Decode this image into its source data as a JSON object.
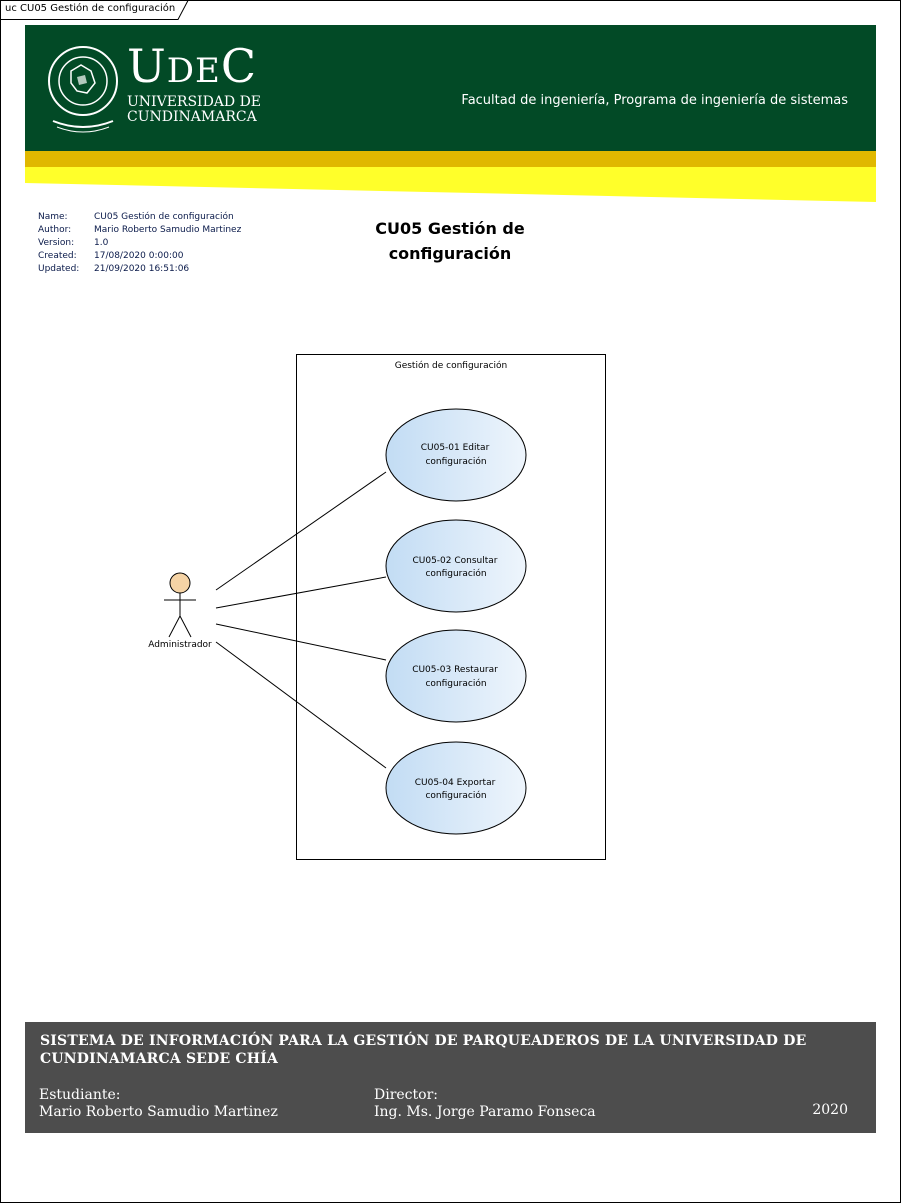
{
  "tab": {
    "label": "uc CU05 Gestión de configuración"
  },
  "header": {
    "logo_mark": "UdeC",
    "logo_brand": "UDEC",
    "university_line1": "UNIVERSIDAD DE",
    "university_line2": "CUNDINAMARCA",
    "faculty": "Facultad de ingeniería, Programa de ingeniería de sistemas"
  },
  "meta": [
    {
      "key": "Name:",
      "value": "CU05 Gestión de configuración"
    },
    {
      "key": "Author:",
      "value": "Mario Roberto Samudio Martinez"
    },
    {
      "key": "Version:",
      "value": "1.0"
    },
    {
      "key": "Created:",
      "value": "17/08/2020 0:00:00"
    },
    {
      "key": "Updated:",
      "value": "21/09/2020 16:51:06"
    }
  ],
  "title": {
    "line1": "CU05 Gestión de",
    "line2": "configuración"
  },
  "diagram": {
    "boundary_label": "Gestión de configuración",
    "actor_label": "Administrador",
    "use_cases": [
      {
        "line1": "CU05-01 Editar",
        "line2": "configuración"
      },
      {
        "line1": "CU05-02 Consultar",
        "line2": "configuración"
      },
      {
        "line1": "CU05-03 Restaurar",
        "line2": "configuración"
      },
      {
        "line1": "CU05-04 Exportar",
        "line2": "configuración"
      }
    ]
  },
  "footer": {
    "title": "SISTEMA DE INFORMACIÓN PARA LA GESTIÓN DE PARQUEADEROS DE LA UNIVERSIDAD DE CUNDINAMARCA SEDE CHÍA",
    "student_label": "Estudiante:",
    "student_name": "Mario Roberto Samudio Martinez",
    "director_label": "Director:",
    "director_name": "Ing. Ms. Jorge Paramo Fonseca",
    "year": "2020"
  },
  "colors": {
    "header_green": "#024a26",
    "stripe_gold": "#e0b800",
    "stripe_yellow": "#ffff2a",
    "footer_gray": "#4d4d4d",
    "usecase_fill_light": "#eef5fc",
    "usecase_fill_dark": "#c2dcf4",
    "actor_head": "#f5d3a5"
  }
}
